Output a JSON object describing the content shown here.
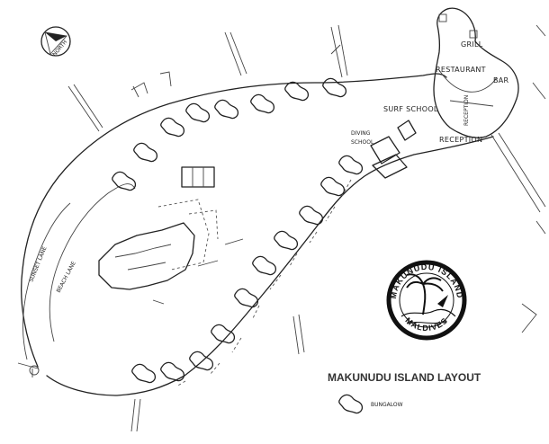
{
  "map": {
    "title": "MAKUNUDU ISLAND LAYOUT",
    "legend": {
      "symbol": "bungalow-icon",
      "label": "BUNGALOW"
    },
    "north_label": "NORTH",
    "labels": {
      "grill": "GRILL",
      "restaurant": "RESTAURANT",
      "bar": "BAR",
      "reception_vertical": "RECEPTION",
      "reception": "RECEPTION",
      "surf_school": "SURF SCHOOL",
      "diving": "DIVING",
      "school": "SCHOOL",
      "sunset_lane": "SUNSET LANE",
      "beach_lane": "BEACH LANE"
    },
    "logo": {
      "top_text": "MAKUNUDU ISLAND",
      "bottom_text": "MALDIVES"
    },
    "colors": {
      "ink": "#222222",
      "paper": "#ffffff"
    }
  }
}
